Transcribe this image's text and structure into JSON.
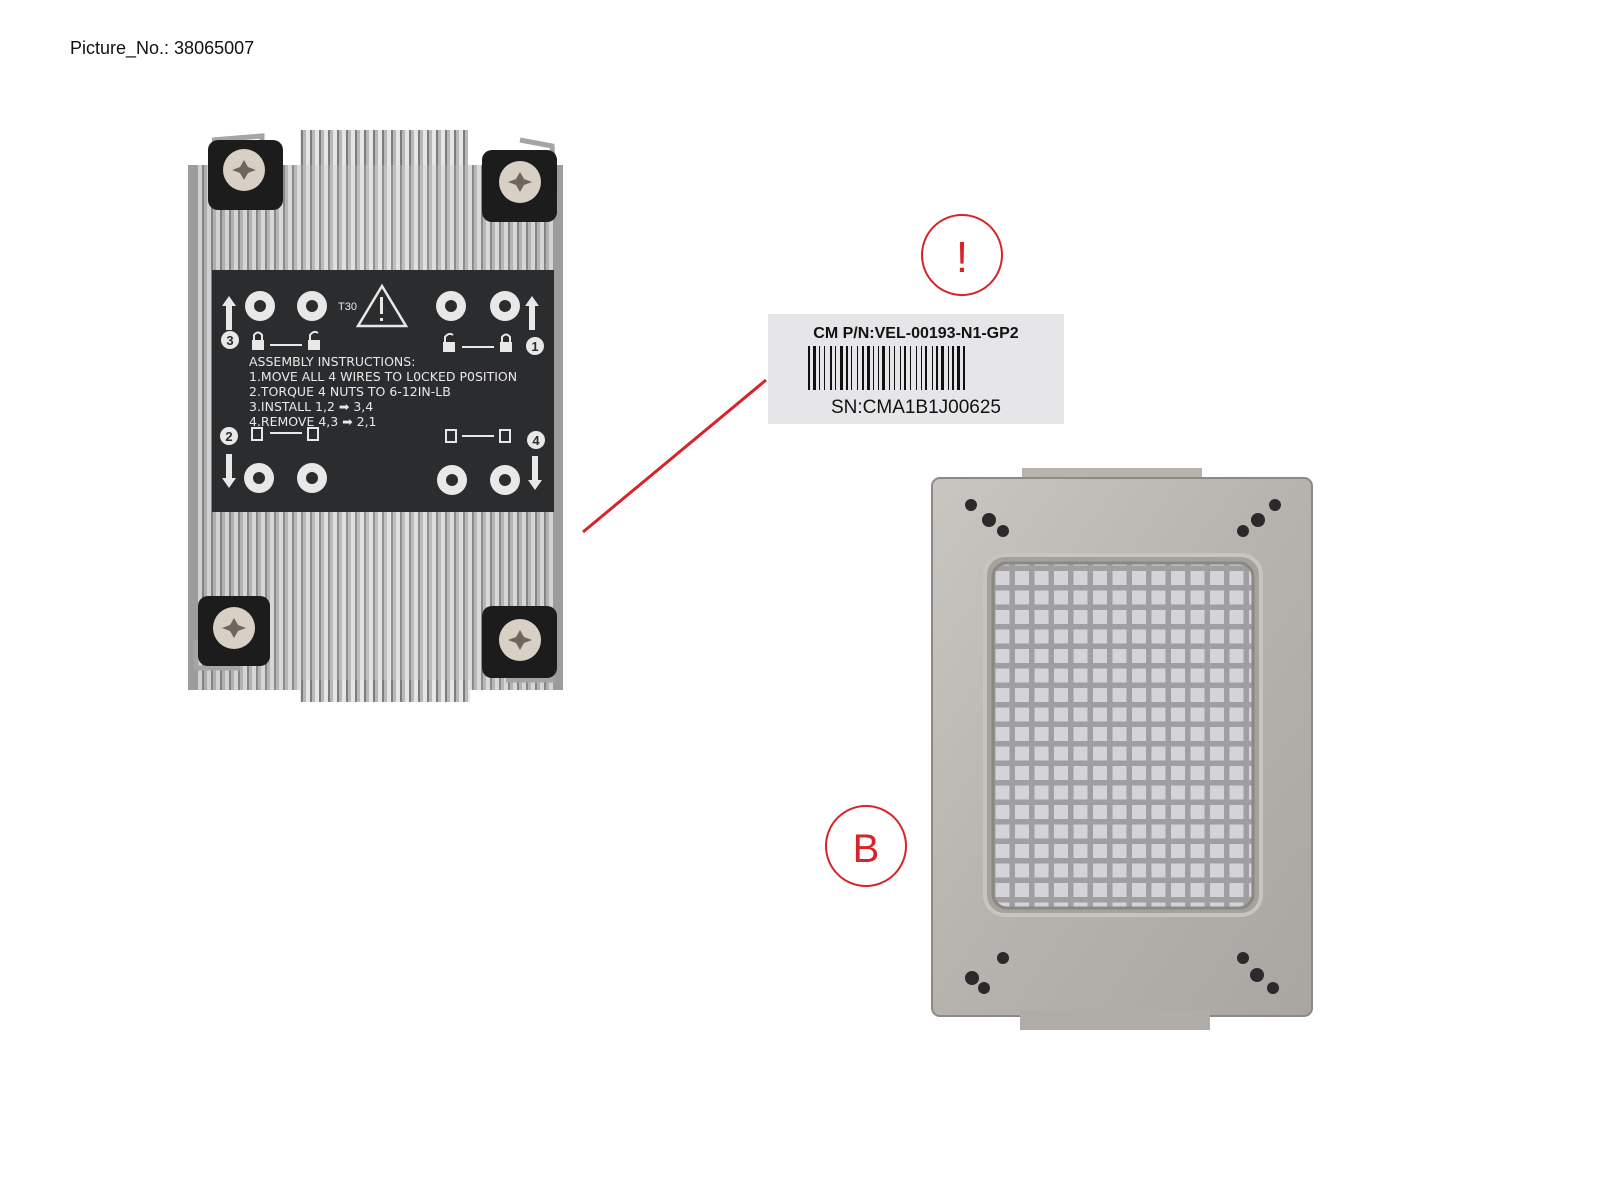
{
  "caption": "Picture_No.: 38065007",
  "heatsink_label": {
    "torx": "T30",
    "instructions": [
      "ASSEMBLY INSTRUCTIONS:",
      "1.MOVE ALL 4 WIRES TO L0CKED P0SITION",
      "2.TORQUE 4 NUTS TO 6-12IN-LB",
      "3.INSTALL  1,2 ➡ 3,4",
      "4.REMOVE 4,3 ➡ 2,1"
    ],
    "numbers": [
      "1",
      "2",
      "3",
      "4"
    ]
  },
  "barcode_label": {
    "part_number": "CM P/N:VEL-00193-N1-GP2",
    "serial_number": "SN:CMA1B1J00625"
  },
  "callouts": {
    "warning": "!",
    "bottom_view": "B",
    "color": "#d7242a"
  }
}
